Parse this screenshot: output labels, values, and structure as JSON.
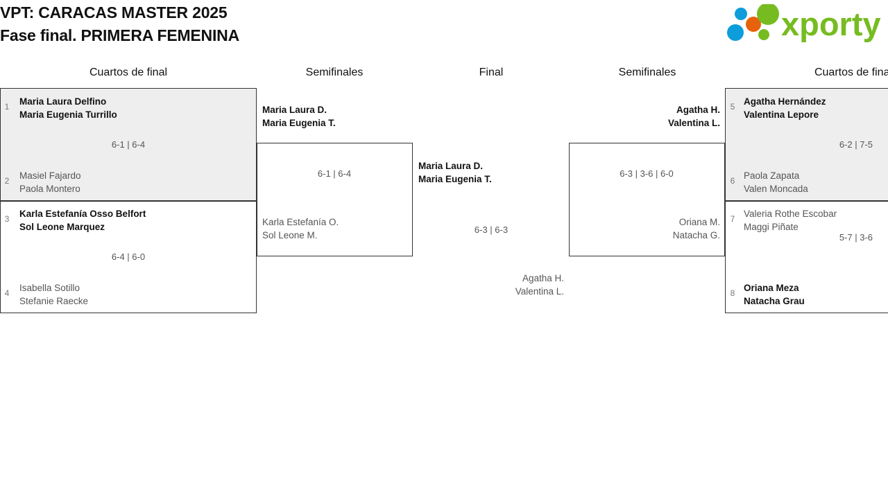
{
  "header": {
    "title_line1": "VPT: CARACAS MASTER 2025",
    "title_line2": "Fase final. PRIMERA FEMENINA",
    "logo_text": "xporty",
    "logo_colors": {
      "green": "#76bc21",
      "orange": "#e8620c",
      "blue": "#0d9ddb"
    }
  },
  "rounds": {
    "left_quarters": "Cuartos de final",
    "left_semis": "Semifinales",
    "final": "Final",
    "right_semis": "Semifinales",
    "right_quarters": "Cuartos de final"
  },
  "bracket": {
    "left_quarterfinals": [
      {
        "winner_shaded": true,
        "top": {
          "seed": "1",
          "player1": "Maria Laura Delfino",
          "player2": "Maria Eugenia Turrillo",
          "is_winner": true
        },
        "bottom": {
          "seed": "2",
          "player1": "Masiel Fajardo",
          "player2": "Paola Montero",
          "is_winner": false
        },
        "score": "6-1 | 6-4"
      },
      {
        "winner_shaded": false,
        "top": {
          "seed": "3",
          "player1": "Karla Estefanía Osso Belfort",
          "player2": "Sol Leone Marquez",
          "is_winner": true
        },
        "bottom": {
          "seed": "4",
          "player1": "Isabella Sotillo",
          "player2": "Stefanie Raecke",
          "is_winner": false
        },
        "score": "6-4 | 6-0"
      }
    ],
    "left_semifinal": {
      "top": {
        "player1": "Maria Laura D.",
        "player2": "Maria Eugenia T.",
        "is_winner": true
      },
      "bottom": {
        "player1": "Karla Estefanía O.",
        "player2": "Sol Leone M.",
        "is_winner": false
      },
      "score": "6-1 | 6-4"
    },
    "final": {
      "top": {
        "player1": "Maria Laura D.",
        "player2": "Maria Eugenia T.",
        "is_winner": true
      },
      "bottom": {
        "player1": "Agatha H.",
        "player2": "Valentina L.",
        "is_winner": false
      },
      "score": "6-3 | 6-3"
    },
    "right_semifinal": {
      "top": {
        "player1": "Agatha H.",
        "player2": "Valentina L.",
        "is_winner": true
      },
      "bottom": {
        "player1": "Oriana M.",
        "player2": "Natacha G.",
        "is_winner": false
      },
      "score": "6-3 | 3-6 | 6-0"
    },
    "right_quarterfinals": [
      {
        "winner_shaded": true,
        "top": {
          "seed": "5",
          "player1": "Agatha Hernández",
          "player2": "Valentina Lepore",
          "is_winner": true
        },
        "bottom": {
          "seed": "6",
          "player1": "Paola Zapata",
          "player2": "Valen Moncada",
          "is_winner": false
        },
        "score": "6-2 | 7-5"
      },
      {
        "winner_shaded": false,
        "top": {
          "seed": "7",
          "player1": "Valeria Rothe Escobar",
          "player2": "Maggi Piñate",
          "is_winner": false
        },
        "bottom": {
          "seed": "8",
          "player1": "Oriana Meza",
          "player2": "Natacha Grau",
          "is_winner": true
        },
        "score": "5-7 | 3-6"
      }
    ]
  }
}
